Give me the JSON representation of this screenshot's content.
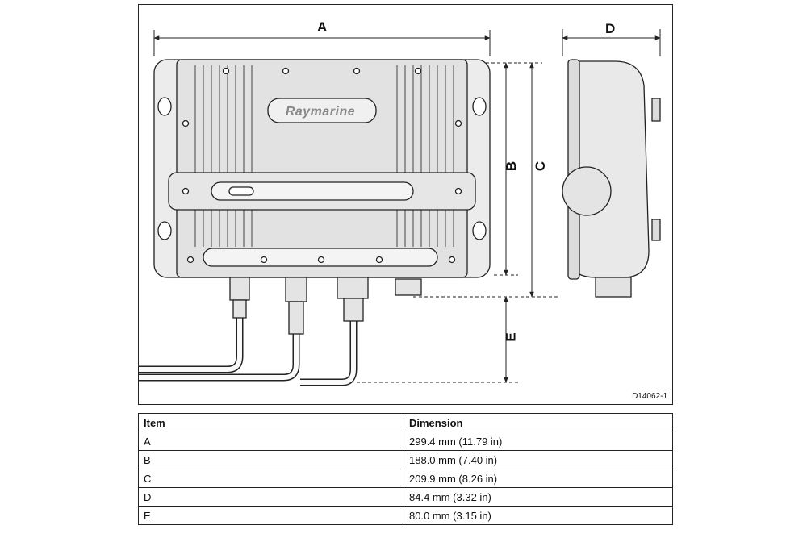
{
  "diagram": {
    "brand_logo": "Raymarine",
    "drawing_code": "D14062-1",
    "dimension_labels": {
      "a": "A",
      "b": "B",
      "c": "C",
      "d": "D",
      "e": "E"
    }
  },
  "table": {
    "headers": {
      "item": "Item",
      "dimension": "Dimension"
    },
    "rows": [
      {
        "item": "A",
        "dimension": "299.4 mm (11.79 in)"
      },
      {
        "item": "B",
        "dimension": "188.0 mm (7.40  in)"
      },
      {
        "item": "C",
        "dimension": "209.9 mm (8.26 in)"
      },
      {
        "item": "D",
        "dimension": "84.4 mm (3.32 in)"
      },
      {
        "item": "E",
        "dimension": "80.0 mm (3.15 in)"
      }
    ]
  }
}
